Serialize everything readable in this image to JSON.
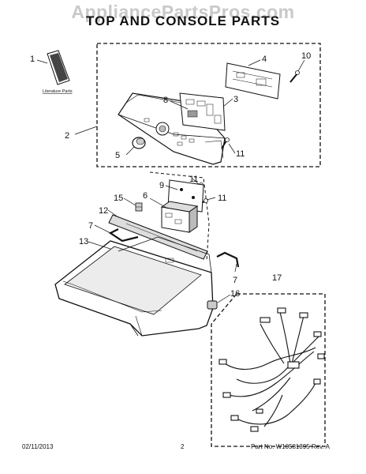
{
  "watermark": "AppliancePartsPros.com",
  "title": "TOP AND CONSOLE PARTS",
  "literature_label": "Literature Parts",
  "callouts": [
    "1",
    "2",
    "3",
    "4",
    "5",
    "6",
    "7",
    "7",
    "8",
    "9",
    "10",
    "11",
    "11",
    "11",
    "12",
    "13",
    "15",
    "16",
    "17"
  ],
  "footer": {
    "date": "02/11/2013",
    "page": "2",
    "part_no": "Part No. W10581395 Rev. A"
  },
  "colors": {
    "line": "#111111",
    "fill": "#ffffff",
    "shade": "#bdbdbd",
    "watermark": "#c9c9c9"
  }
}
